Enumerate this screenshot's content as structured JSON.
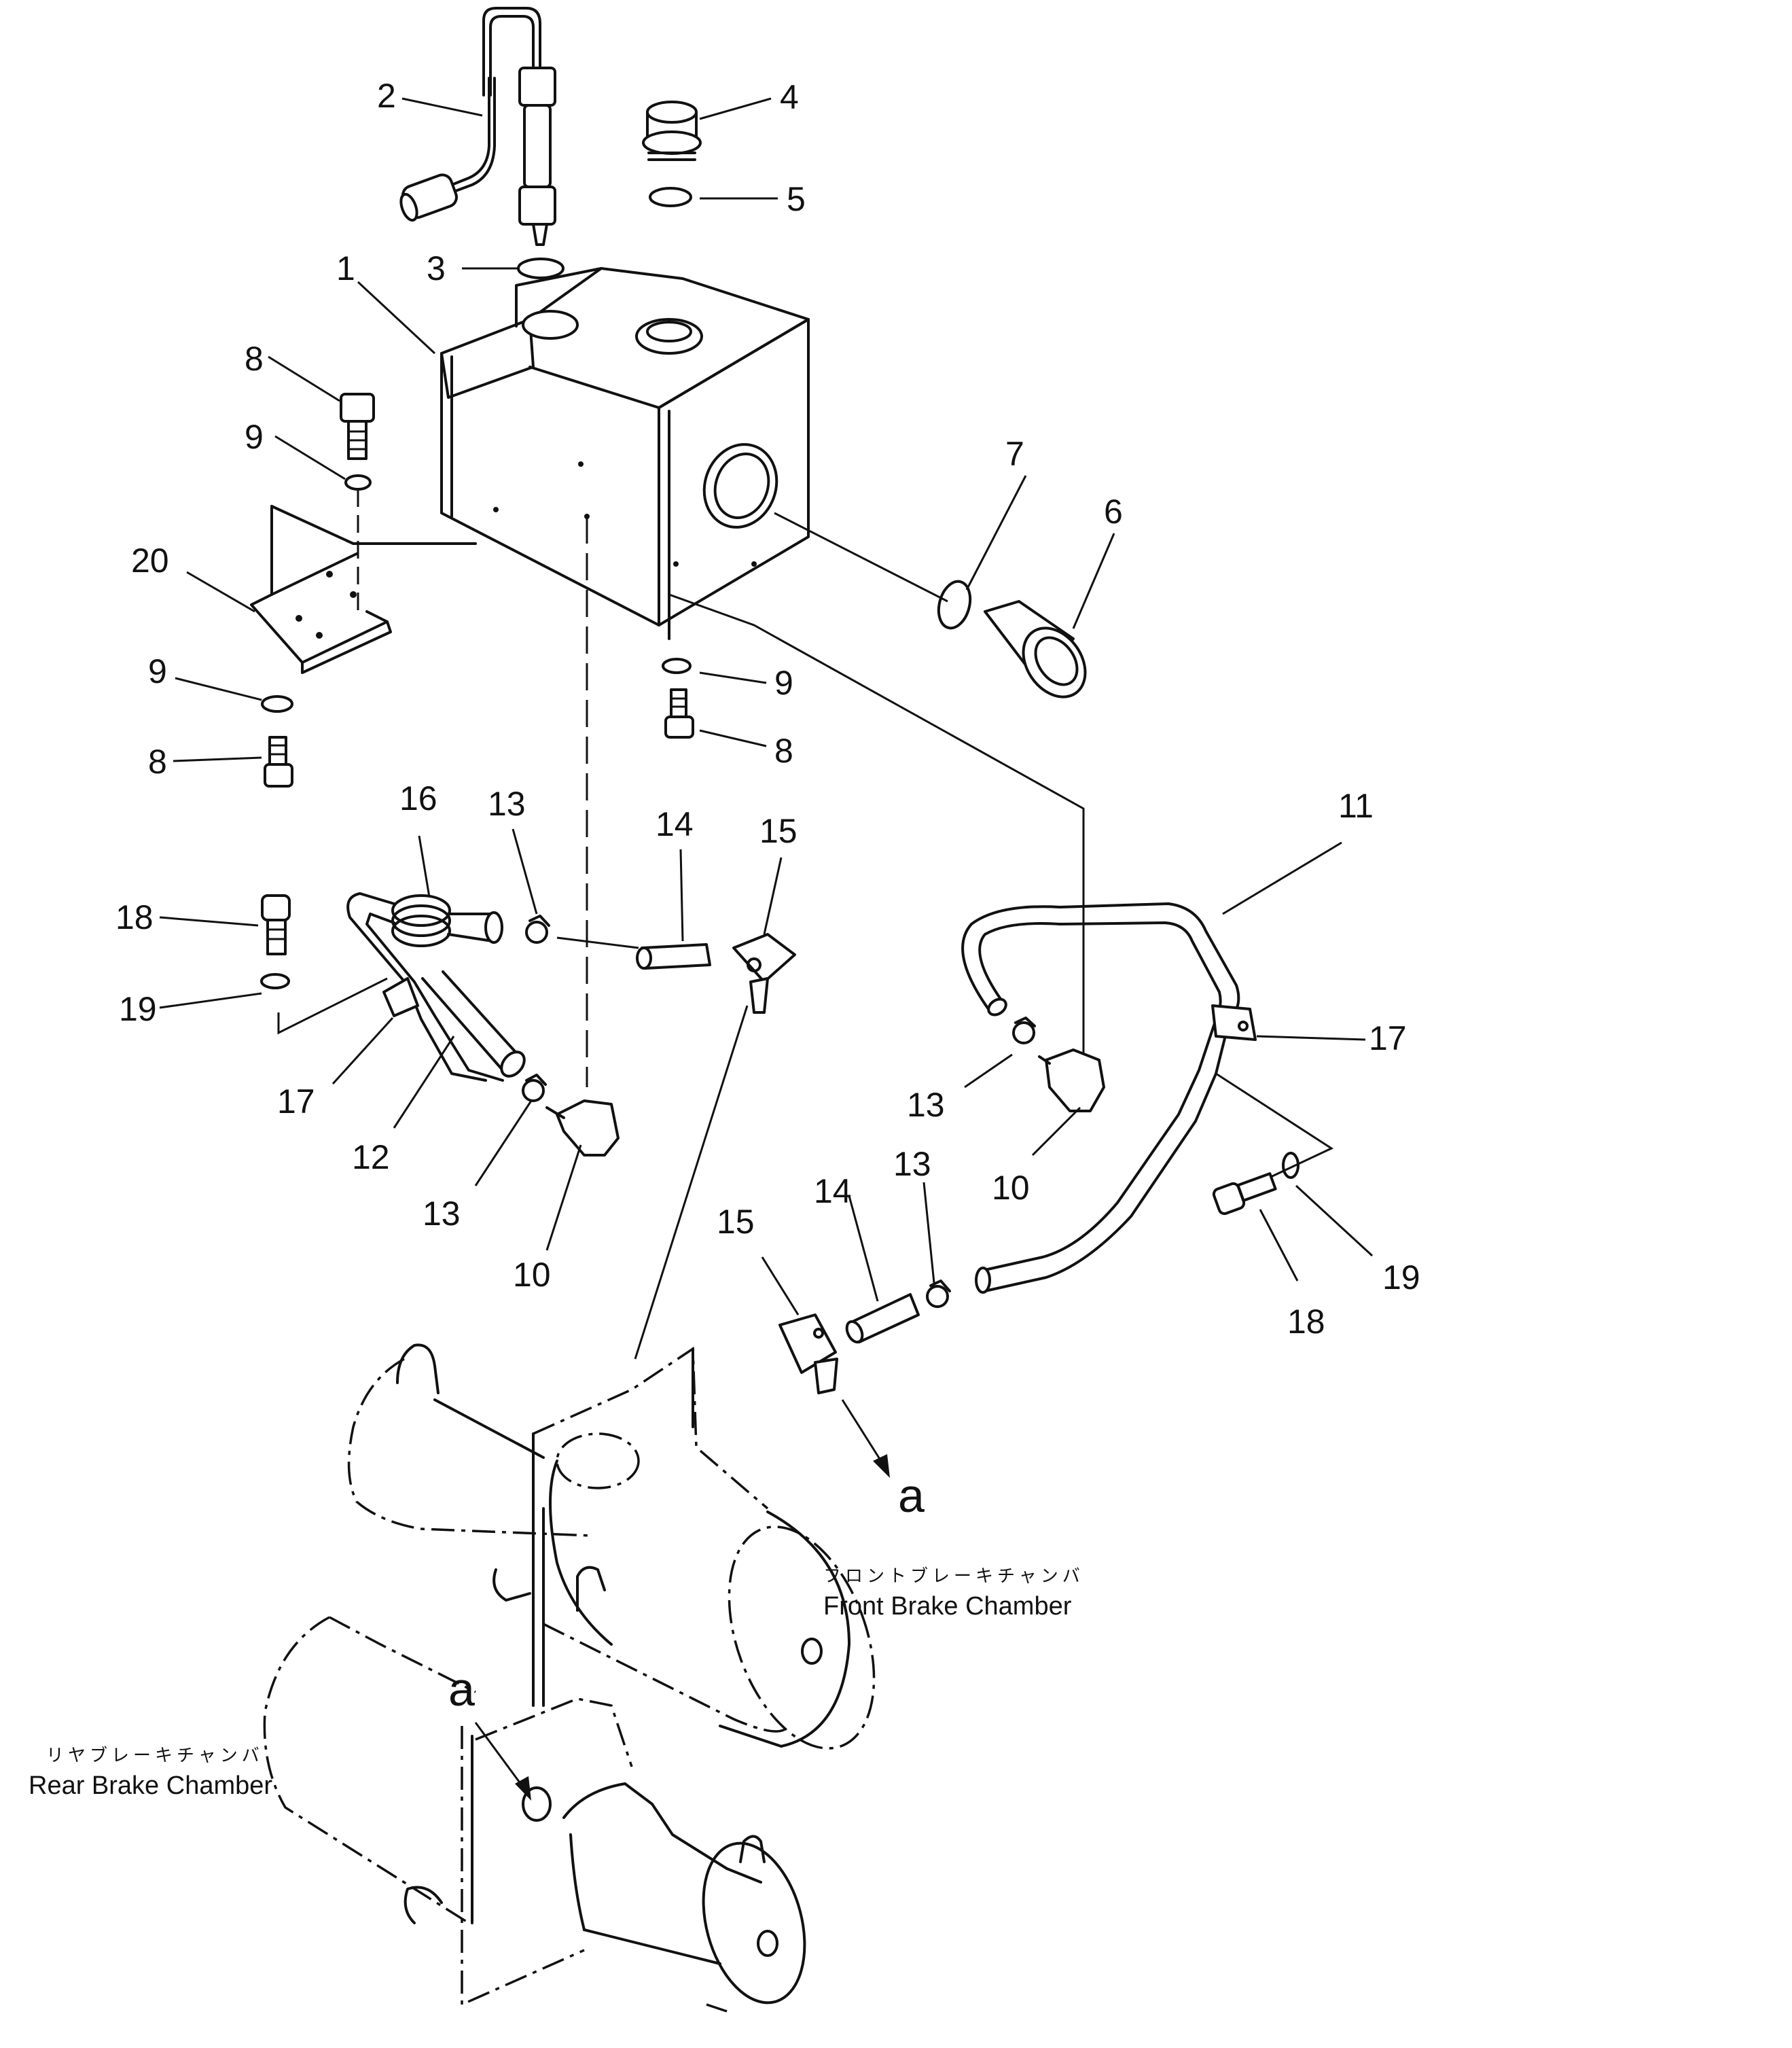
{
  "diagram": {
    "callouts": {
      "c1": "1",
      "c2": "2",
      "c3": "3",
      "c4": "4",
      "c5": "5",
      "c6": "6",
      "c7": "7",
      "c8a": "8",
      "c8b": "8",
      "c8c": "8",
      "c9a": "9",
      "c9b": "9",
      "c9c": "9",
      "c10a": "10",
      "c10b": "10",
      "c11": "11",
      "c12": "12",
      "c13a": "13",
      "c13b": "13",
      "c13c": "13",
      "c13d": "13",
      "c14a": "14",
      "c14b": "14",
      "c15a": "15",
      "c15b": "15",
      "c16": "16",
      "c17a": "17",
      "c17b": "17",
      "c18a": "18",
      "c18b": "18",
      "c19a": "19",
      "c19b": "19",
      "c20": "20"
    },
    "connection_marks": {
      "front": "a",
      "rear": "a"
    },
    "front_chamber": {
      "label_jp": "フロントブレーキチャンバ",
      "label_en": "Front Brake Chamber"
    },
    "rear_chamber": {
      "label_jp": "リヤブレーキチャンバ",
      "label_en": "Rear Brake Chamber"
    }
  }
}
